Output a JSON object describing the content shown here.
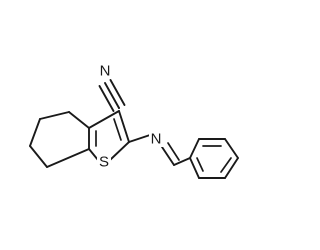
{
  "molecule": {
    "atoms": {
      "nitrile_n": "N",
      "imine_n": "N",
      "thiophene_s": "S"
    },
    "colors": {
      "bond": "#1a1a1a",
      "background": "#ffffff"
    }
  }
}
